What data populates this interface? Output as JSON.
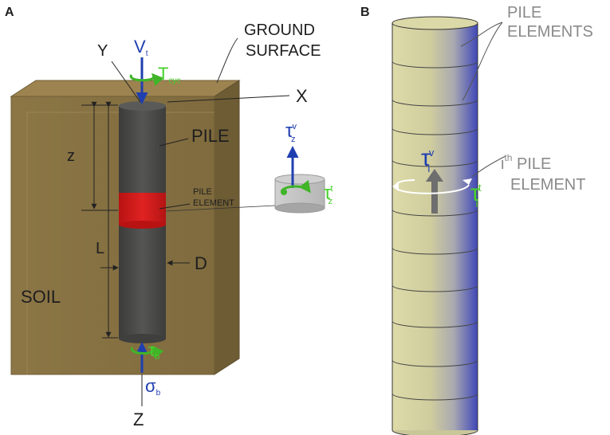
{
  "panel_a": {
    "panel_label": "A",
    "ground_surface": [
      "GROUND",
      "SURFACE"
    ],
    "axes": {
      "x": "X",
      "y": "Y",
      "z": "Z"
    },
    "pile_label": "PILE",
    "pile_element_label": [
      "PILE",
      "ELEMENT"
    ],
    "soil_label": "SOIL",
    "depth_label": "z",
    "length_label": "L",
    "diameter_label": "D",
    "vt": {
      "base": "V",
      "sub": "t"
    },
    "tcyc": {
      "base": "T",
      "sub": "cyc"
    },
    "tau_b": {
      "base": "τ",
      "sub": "b"
    },
    "sigma_b": {
      "base": "σ",
      "sub": "b"
    },
    "tau_zv": {
      "base": "τ",
      "sub": "z",
      "sup": "v"
    },
    "tau_zt": {
      "base": "τ",
      "sub": "z",
      "sup": "t"
    }
  },
  "panel_b": {
    "panel_label": "B",
    "pile_elements_label": [
      "PILE",
      "ELEMENTS"
    ],
    "ith_element_label": {
      "pre": "i",
      "sup": "th",
      "line1": " PILE",
      "line2": "ELEMENT"
    },
    "tau_iv": {
      "base": "τ",
      "sub": "i",
      "sup": "v"
    },
    "tau_it": {
      "base": "τ",
      "sub": "i",
      "sup": "t"
    }
  },
  "colors": {
    "soil": "#8b7444",
    "pile_a": "#4a4a48",
    "pile_element": "#d01818",
    "force_blue": "#1f3fb0",
    "torque_green": "#48d12b",
    "label_gray": "#8a8a8a"
  }
}
